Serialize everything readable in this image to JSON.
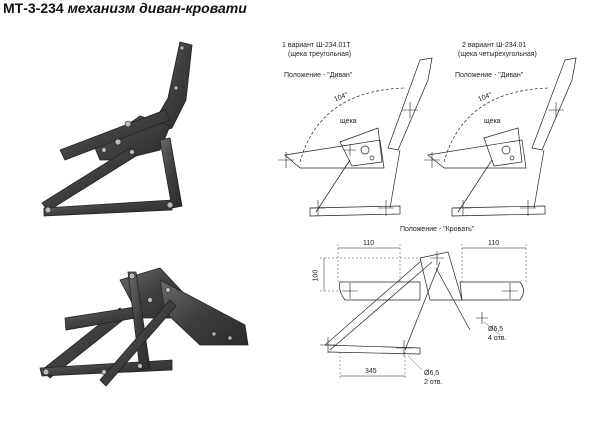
{
  "header": {
    "model": "МТ-3-234",
    "description": "механизм диван-кровати"
  },
  "drawing": {
    "variant1_line1": "1 вариант Ш-234.01Т",
    "variant1_line2": "(щека треугольная)",
    "variant2_line1": "2 вариант Ш-234.01",
    "variant2_line2": "(щека четырехугольная)",
    "position_sofa": "Положение - \"Диван\"",
    "position_bed": "Положение - \"Кровать\"",
    "angle": "104°",
    "cheek_label": "щека",
    "dim_110_left": "110",
    "dim_110_right": "110",
    "dim_100": "100",
    "dim_345": "345",
    "hole_right_dia": "Ø6,5",
    "hole_right_count": "4 отв.",
    "hole_left_dia": "Ø6,5",
    "hole_left_count": "2 отв."
  }
}
